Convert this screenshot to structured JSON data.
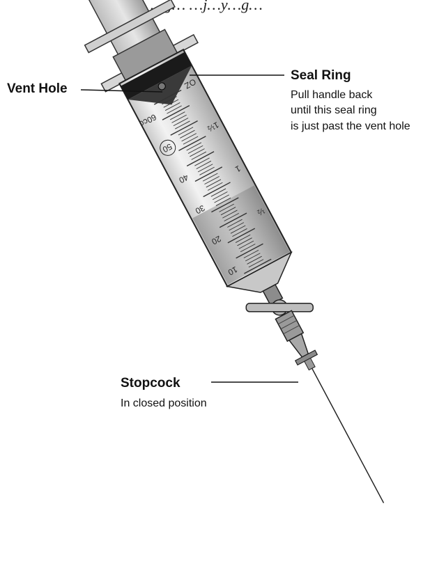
{
  "caption_partial": "g…  …g…  …j…y…g…",
  "labels": {
    "vent_hole": "Vent Hole",
    "seal_ring": {
      "title": "Seal Ring",
      "lines": [
        "Pull handle back",
        "until this seal ring",
        "is just past the vent hole"
      ]
    },
    "stopcock": {
      "title": "Stopcock",
      "line": "In closed position"
    }
  },
  "scale": {
    "cc_numbers": [
      "60cc",
      "50",
      "40",
      "30",
      "20",
      "10"
    ],
    "oz_marks": [
      "OZ",
      "1½",
      "1",
      "½"
    ]
  }
}
